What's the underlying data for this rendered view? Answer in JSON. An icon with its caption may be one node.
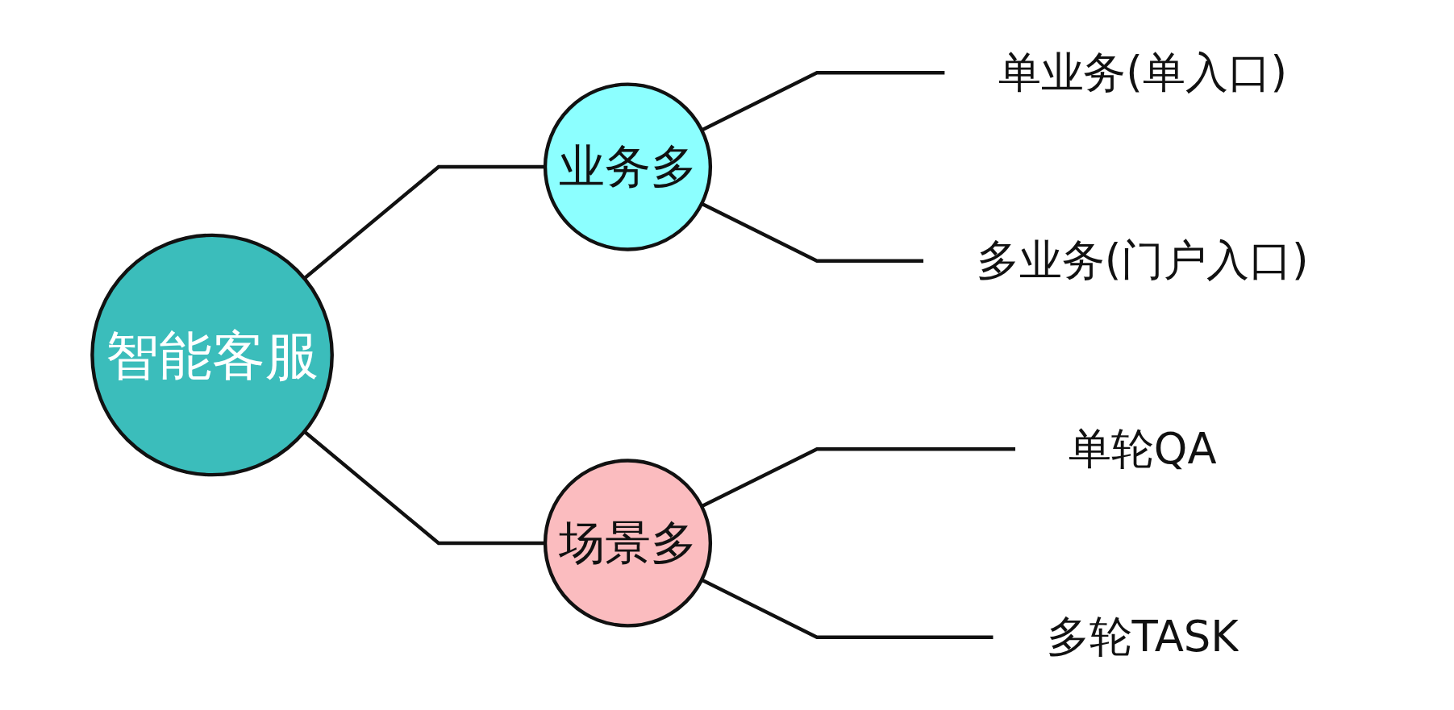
{
  "diagram": {
    "nodes": [
      {
        "text": [
          "智能客服"
        ]
      },
      {
        "text": [
          "业务多"
        ]
      },
      {
        "text": [
          "单业务(单入口)"
        ]
      },
      {
        "text": [
          "多业务(门户入口)"
        ]
      },
      {
        "text": [
          "场景多"
        ]
      },
      {
        "text": [
          "单轮QA"
        ]
      },
      {
        "text": [
          "多轮TASK"
        ]
      }
    ],
    "edges": [
      {
        "from": 0,
        "to": 1,
        "arrow": "none"
      },
      {
        "from": 1,
        "to": 2,
        "arrow": "none"
      },
      {
        "from": 1,
        "to": 3,
        "arrow": "none"
      },
      {
        "from": 0,
        "to": 4,
        "arrow": "none"
      },
      {
        "from": 4,
        "to": 5,
        "arrow": "none"
      },
      {
        "from": 4,
        "to": 6,
        "arrow": "none"
      }
    ]
  }
}
